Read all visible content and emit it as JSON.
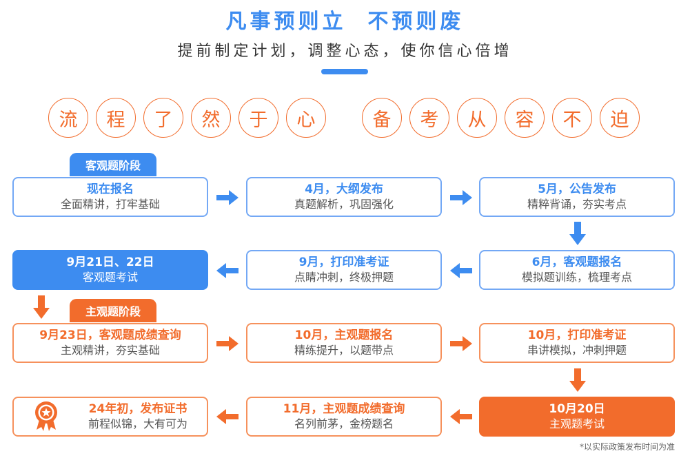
{
  "header": {
    "title": "凡事预则立  不预则废",
    "subtitle": "提前制定计划，调整心态，使你信心倍增"
  },
  "slogan": [
    "流",
    "程",
    "了",
    "然",
    "于",
    "心",
    "备",
    "考",
    "从",
    "容",
    "不",
    "迫"
  ],
  "tags": {
    "objective": "客观题阶段",
    "subjective": "主观题阶段"
  },
  "steps": {
    "s1": {
      "title": "现在报名",
      "desc": "全面精讲，打牢基础"
    },
    "s2": {
      "title": "4月，大纲发布",
      "desc": "真题解析，巩固强化"
    },
    "s3": {
      "title": "5月，公告发布",
      "desc": "精粹背诵，夯实考点"
    },
    "s4": {
      "title": "6月，客观题报名",
      "desc": "模拟题训练，梳理考点"
    },
    "s5": {
      "title": "9月，打印准考证",
      "desc": "点睛冲刺，终极押题"
    },
    "s6": {
      "title": "9月21日、22日",
      "desc": "客观题考试"
    },
    "s7": {
      "title": "9月23日，客观题成绩查询",
      "desc": "主观精讲，夯实基础"
    },
    "s8": {
      "title": "10月，主观题报名",
      "desc": "精练提升，以题带点"
    },
    "s9": {
      "title": "10月，打印准考证",
      "desc": "串讲模拟，冲刺押题"
    },
    "s10": {
      "title": "10月20日",
      "desc": "主观题考试"
    },
    "s11": {
      "title": "11月，主观题成绩查询",
      "desc": "名列前茅，金榜题名"
    },
    "s12": {
      "title": "24年初，发布证书",
      "desc": "前程似锦，大有可为"
    }
  },
  "note": "*以实际政策发布时间为准",
  "colors": {
    "blue": "#3d8cf0",
    "orange": "#f26c2c"
  }
}
